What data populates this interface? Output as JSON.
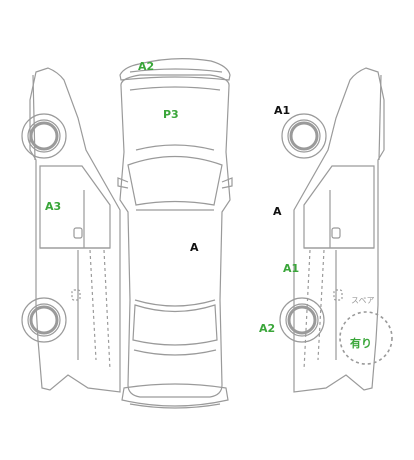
{
  "damage_labels": {
    "roof_top": "A2",
    "hood": "P3",
    "right_front": "A1",
    "left_side": "A3",
    "right_side_upper": "A",
    "center_roof": "A",
    "right_side_lower": "A1",
    "right_rear": "A2"
  },
  "spare_tire": {
    "title": "スペア",
    "status": "有り"
  },
  "colors": {
    "outline": "#9a9a9a",
    "damage_green": "#3aa63a",
    "damage_black": "#111111"
  }
}
